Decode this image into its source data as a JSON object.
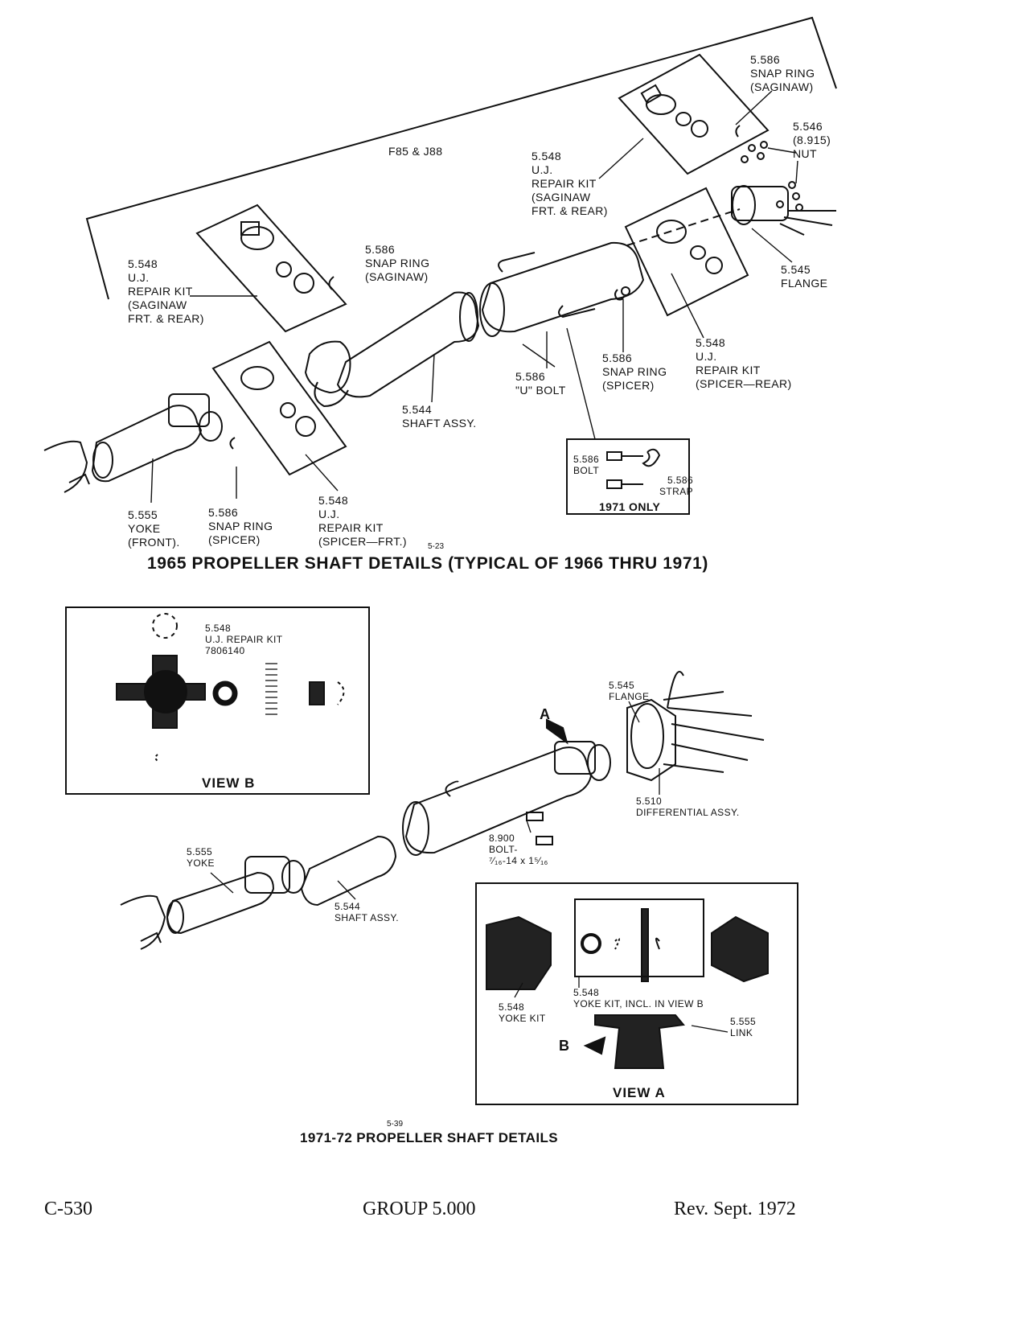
{
  "top_diagram": {
    "application": "F85 & J88",
    "caption": "1965 PROPELLER SHAFT DETAILS (TYPICAL OF 1966 THRU 1971)",
    "figure_number": "5-23",
    "labels": {
      "snap_ring_saginaw_rear": "5.586\nSNAP RING\n(SAGINAW)",
      "nut": "5.546\n(8.915)\nNUT",
      "uj_kit_saginaw_right": "5.548\nU.J.\nREPAIR KIT\n(SAGINAW\nFRT. & REAR)",
      "snap_ring_saginaw_mid": "5.586\nSNAP RING\n(SAGINAW)",
      "uj_kit_saginaw_left": "5.548\nU.J.\nREPAIR KIT\n(SAGINAW\nFRT. & REAR)",
      "flange": "5.545\nFLANGE",
      "uj_kit_spicer_rear": "5.548\nU.J.\nREPAIR KIT\n(SPICER—REAR)",
      "snap_ring_spicer_right": "5.586\nSNAP RING\n(SPICER)",
      "u_bolt": "5.586\n\"U\" BOLT",
      "shaft_assy": "5.544\nSHAFT ASSY.",
      "yoke_front": "5.555\nYOKE\n(FRONT).",
      "snap_ring_spicer_left": "5.586\nSNAP RING\n(SPICER)",
      "uj_kit_spicer_front": "5.548\nU.J.\nREPAIR KIT\n(SPICER—FRT.)"
    },
    "inset": {
      "bolt": "5.586\nBOLT",
      "strap": "5.586\nSTRAP",
      "title": "1971 ONLY"
    }
  },
  "bottom_diagram": {
    "caption": "1971-72 PROPELLER SHAFT DETAILS",
    "figure_number": "5-39",
    "view_b": {
      "title": "VIEW B",
      "label": "5.548\nU.J. REPAIR KIT\n7806140"
    },
    "labels": {
      "flange": "5.545\nFLANGE",
      "arrow_a": "A",
      "differential": "5.510\nDIFFERENTIAL ASSY.",
      "bolt": "8.900\nBOLT-\n⁷⁄₁₆-14 x 1⁵⁄₁₆",
      "yoke": "5.555\nYOKE",
      "shaft_assy": "5.544\nSHAFT ASSY."
    },
    "view_a": {
      "title": "VIEW A",
      "yoke_kit_incl": "5.548\nYOKE KIT, INCL. IN VIEW B",
      "yoke_kit": "5.548\nYOKE KIT",
      "link": "5.555\nLINK",
      "arrow_b": "B"
    }
  },
  "footer": {
    "page": "C-530",
    "group": "GROUP 5.000",
    "revision": "Rev. Sept. 1972"
  }
}
